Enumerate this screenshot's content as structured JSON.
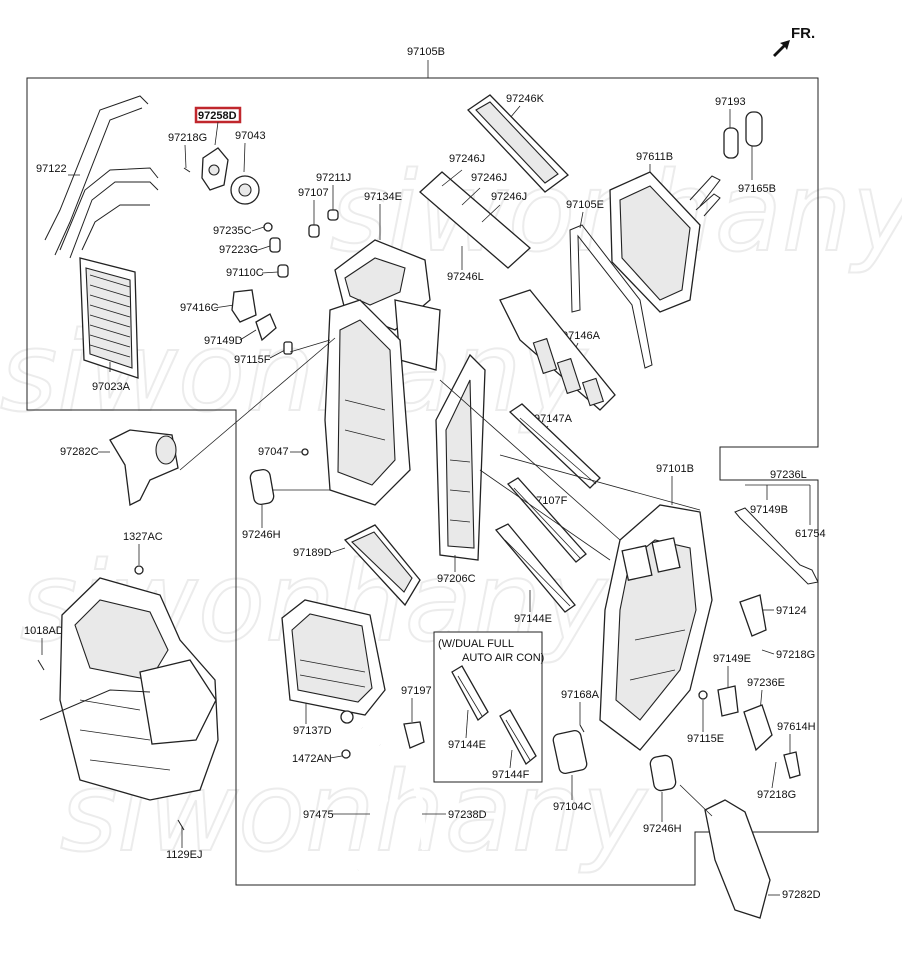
{
  "direction_label": "FR.",
  "watermark": "siwonhany",
  "callouts": {
    "c97105B": "97105B",
    "c97258D": "97258D",
    "c97218G_a": "97218G",
    "c97043": "97043",
    "c97122": "97122",
    "c97235C": "97235C",
    "c97223G": "97223G",
    "c97110C": "97110C",
    "c97416C": "97416C",
    "c97149D": "97149D",
    "c97115F": "97115F",
    "c97023A": "97023A",
    "c97211J": "97211J",
    "c97107": "97107",
    "c97134E": "97134E",
    "c97246K": "97246K",
    "c97246J_a": "97246J",
    "c97246J_b": "97246J",
    "c97246J_c": "97246J",
    "c97246L": "97246L",
    "c97105E": "97105E",
    "c97193": "97193",
    "c97165B": "97165B",
    "c97611B": "97611B",
    "c97146A": "97146A",
    "c97147A": "97147A",
    "c97107F": "97107F",
    "c97282C": "97282C",
    "c97047": "97047",
    "c97246H_a": "97246H",
    "c97189D": "97189D",
    "c97206C": "97206C",
    "c97144E_a": "97144E",
    "c97101B": "97101B",
    "c97236L": "97236L",
    "c97149B": "97149B",
    "c61754": "61754",
    "c97124": "97124",
    "c97218G_b": "97218G",
    "c97149E": "97149E",
    "c97236E": "97236E",
    "c97614H": "97614H",
    "c97218G_c": "97218G",
    "c97115E": "97115E",
    "c97168A": "97168A",
    "c1327AC": "1327AC",
    "c1018AD": "1018AD",
    "c1129EJ": "1129EJ",
    "c97137D": "97137D",
    "c97197": "97197",
    "c1472AN": "1472AN",
    "c97475": "97475",
    "c97238D": "97238D",
    "c97144E_b": "97144E",
    "c97144F": "97144F",
    "c97104C": "97104C",
    "c97246H_b": "97246H",
    "c97282D": "97282D"
  },
  "inset": {
    "title_line1": "(W/DUAL FULL",
    "title_line2": "AUTO AIR CON)"
  },
  "colors": {
    "highlight": "#c0272d",
    "ink": "#222222"
  }
}
